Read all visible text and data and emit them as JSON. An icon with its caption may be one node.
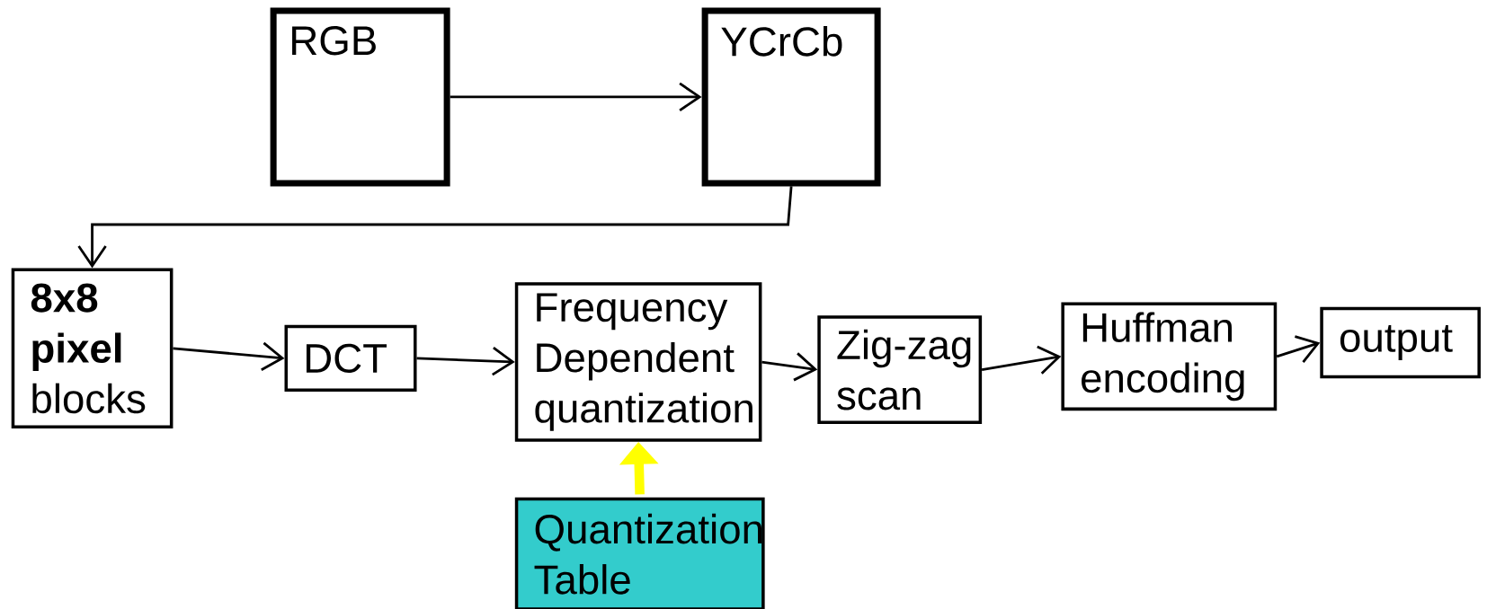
{
  "diagram": {
    "nodes": [
      {
        "text": [
          "RGB"
        ]
      },
      {
        "text": [
          "YCrCb"
        ]
      },
      {
        "text": [
          "**8x8 pixel** blocks"
        ]
      },
      {
        "text": [
          "DCT"
        ]
      },
      {
        "text": [
          "Frequency Dependent quantization"
        ]
      },
      {
        "text": [
          "Zig-zag scan"
        ]
      },
      {
        "text": [
          "Huffman encoding"
        ]
      },
      {
        "text": [
          "output"
        ]
      },
      {
        "text": [
          "Quantization Table"
        ]
      }
    ],
    "edges": [
      {
        "from": 0,
        "to": 1,
        "arrow": "to"
      },
      {
        "from": 1,
        "to": 2,
        "arrow": "to"
      },
      {
        "from": 2,
        "to": 3,
        "arrow": "to"
      },
      {
        "from": 3,
        "to": 4,
        "arrow": "to"
      },
      {
        "from": 4,
        "to": 5,
        "arrow": "to"
      },
      {
        "from": 5,
        "to": 6,
        "arrow": "to"
      },
      {
        "from": 6,
        "to": 7,
        "arrow": "to"
      },
      {
        "from": 8,
        "to": 4,
        "arrow": "to",
        "style": "thick",
        "color": "#ffff00"
      }
    ]
  }
}
